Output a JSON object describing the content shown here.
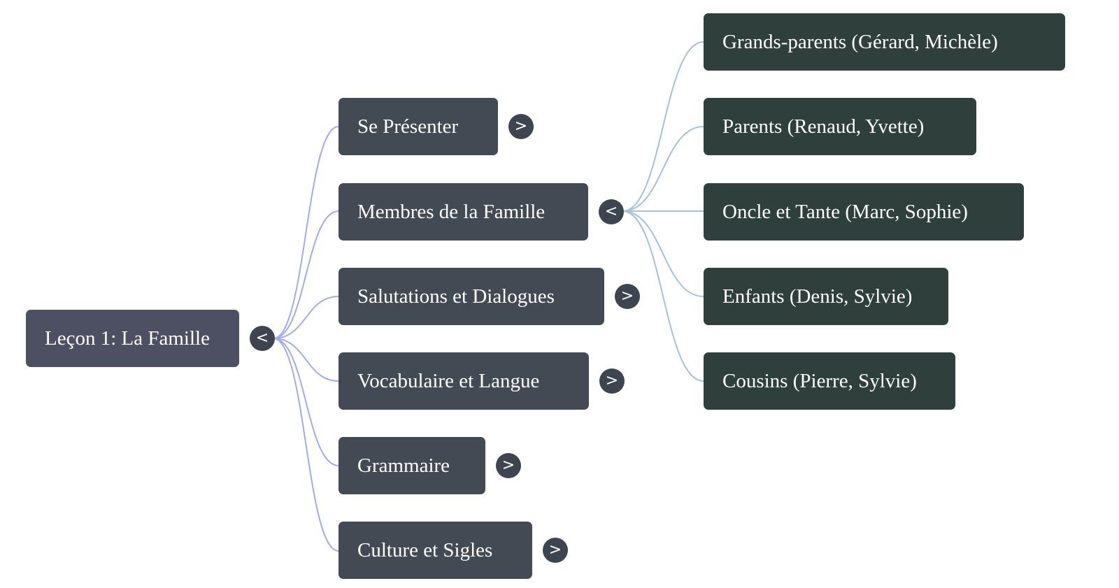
{
  "colors": {
    "root_bg": "#4d5063",
    "level1_bg": "#434a54",
    "level2_bg": "#2f3f3b",
    "toggle_bg": "#3e4550",
    "root_link": "#a3aaf0",
    "child_link": "#a7c1d6"
  },
  "root": {
    "label": "Leçon 1: La Famille",
    "toggle": "<"
  },
  "branches": [
    {
      "label": "Se Présenter",
      "toggle": ">"
    },
    {
      "label": "Membres de la Famille",
      "toggle": "<",
      "children": [
        {
          "label": "Grands-parents (Gérard, Michèle)"
        },
        {
          "label": "Parents (Renaud, Yvette)"
        },
        {
          "label": "Oncle et Tante (Marc, Sophie)"
        },
        {
          "label": "Enfants (Denis, Sylvie)"
        },
        {
          "label": "Cousins (Pierre, Sylvie)"
        }
      ]
    },
    {
      "label": "Salutations et Dialogues",
      "toggle": ">"
    },
    {
      "label": "Vocabulaire et Langue",
      "toggle": ">"
    },
    {
      "label": "Grammaire",
      "toggle": ">"
    },
    {
      "label": "Culture et Sigles",
      "toggle": ">"
    }
  ]
}
